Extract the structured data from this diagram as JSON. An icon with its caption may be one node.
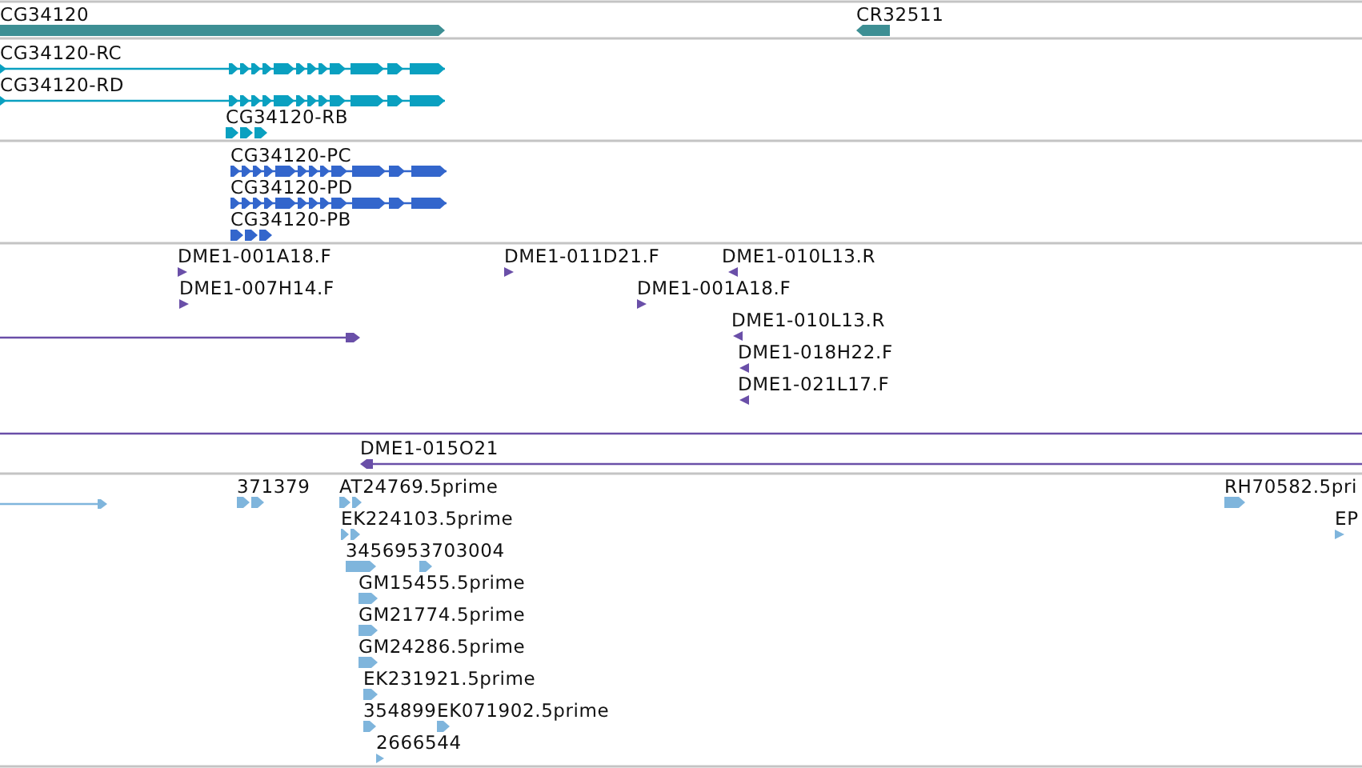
{
  "diagram": {
    "nodes": [
      {
        "text": [
          "CG34120"
        ]
      },
      {
        "text": [
          "CR32511"
        ]
      },
      {
        "text": [
          "CG34120-RC"
        ]
      },
      {
        "text": [
          "CG34120-RD"
        ]
      },
      {
        "text": [
          "CG34120-RB"
        ]
      },
      {
        "text": [
          "CG34120-PC"
        ]
      },
      {
        "text": [
          "CG34120-PD"
        ]
      },
      {
        "text": [
          "CG34120-PB"
        ]
      },
      {
        "text": [
          "DME1-001A18.F"
        ]
      },
      {
        "text": [
          "DME1-011D21.F"
        ]
      },
      {
        "text": [
          "DME1-010L13.R"
        ]
      },
      {
        "text": [
          "DME1-007H14.F"
        ]
      },
      {
        "text": [
          "DME1-001A18.F"
        ]
      },
      {
        "text": [
          "DME1-010L13.R"
        ]
      },
      {
        "text": [
          "DME1-018H22.F"
        ]
      },
      {
        "text": [
          "DME1-021L17.F"
        ]
      },
      {
        "text": [
          "DME1-015O21"
        ]
      },
      {
        "text": [
          "371379"
        ]
      },
      {
        "text": [
          "AT24769.5prime"
        ]
      },
      {
        "text": [
          "EK224103.5prime"
        ]
      },
      {
        "text": [
          "345695"
        ]
      },
      {
        "text": [
          "3703004"
        ]
      },
      {
        "text": [
          "GM15455.5prime"
        ]
      },
      {
        "text": [
          "GM21774.5prime"
        ]
      },
      {
        "text": [
          "GM24286.5prime"
        ]
      },
      {
        "text": [
          "EK231921.5prime"
        ]
      },
      {
        "text": [
          "354899"
        ]
      },
      {
        "text": [
          "EK071902.5prime"
        ]
      },
      {
        "text": [
          "2666544"
        ]
      },
      {
        "text": [
          "RH70582.5pri"
        ]
      },
      {
        "text": [
          "EP"
        ]
      }
    ]
  }
}
